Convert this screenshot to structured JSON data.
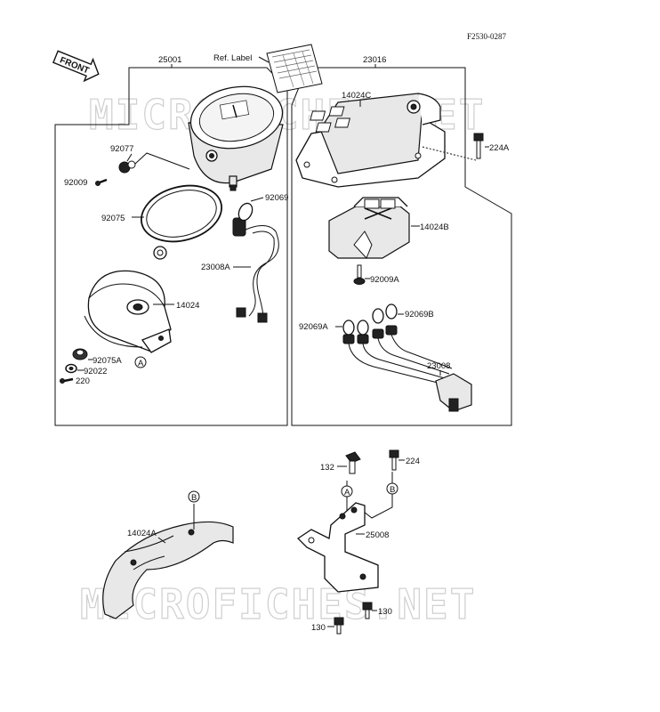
{
  "diagram_code": "F2530-0287",
  "front_label": "FRONT",
  "watermark": "MICROFICHES.NET",
  "ref_label": "Ref. Label",
  "parts": {
    "p25001": "25001",
    "p23016": "23016",
    "p14024C": "14024C",
    "p224A": "224A",
    "p92077": "92077",
    "p92009": "92009",
    "p92069": "92069",
    "p92075": "92075",
    "p14024B": "14024B",
    "p23008A": "23008A",
    "p92009A": "92009A",
    "p14024": "14024",
    "p92069A": "92069A",
    "p92069B": "92069B",
    "p92075A": "92075A",
    "p92022": "92022",
    "p220": "220",
    "p23008": "23008",
    "p132": "132",
    "p224": "224",
    "p14024A": "14024A",
    "p25008": "25008",
    "p130a": "130",
    "p130b": "130"
  },
  "markers": {
    "A": "A",
    "B": "B"
  }
}
